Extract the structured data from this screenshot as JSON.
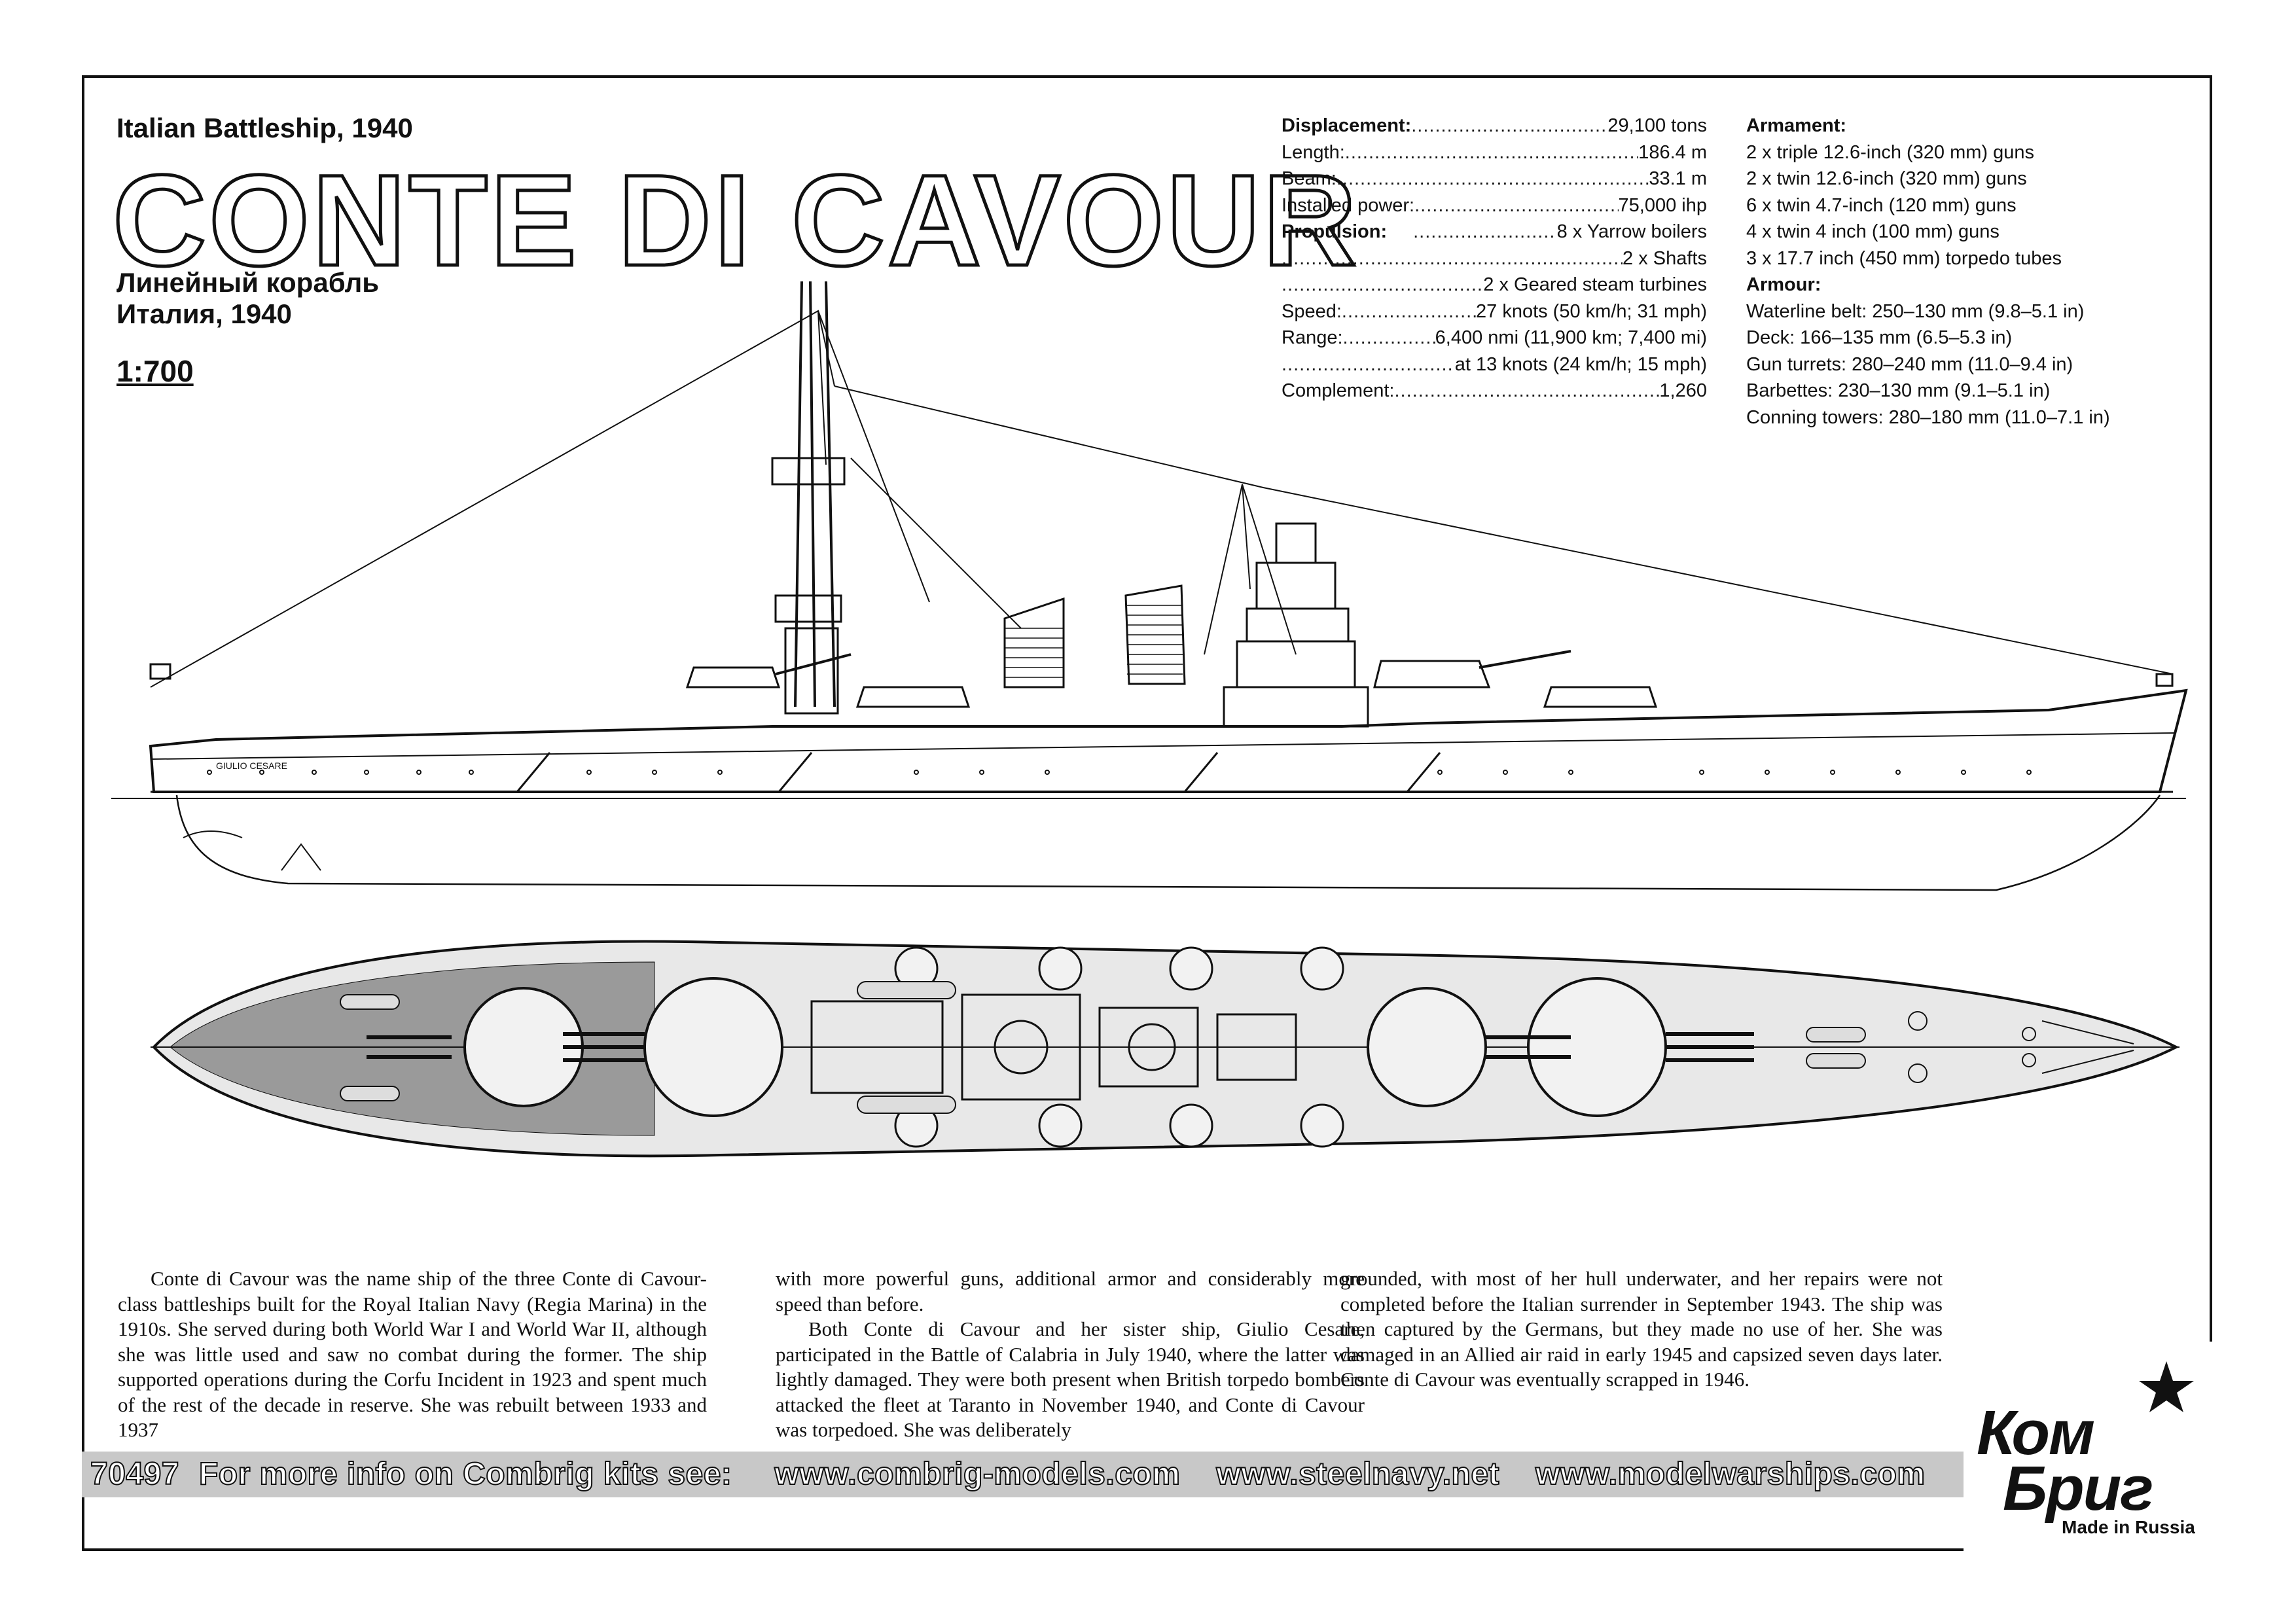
{
  "header": {
    "subtitle": "Italian Battleship, 1940",
    "title": "CONTE DI CAVOUR",
    "ru_line1": "Линейный корабль",
    "ru_line2": "Италия, 1940",
    "scale": "1:700"
  },
  "specs": [
    {
      "key": "Displacement:",
      "value": "29,100 tons",
      "bold": true
    },
    {
      "key": "Length:",
      "value": "186.4 m",
      "bold": false
    },
    {
      "key": "Beam:",
      "value": "33.1 m",
      "bold": false
    },
    {
      "key": "Installed power:",
      "value": "75,000 ihp",
      "bold": false
    },
    {
      "key": "Propulsion:",
      "value": "8 x Yarrow boilers",
      "bold": true
    },
    {
      "key": "",
      "value": "2 x Shafts",
      "bold": false
    },
    {
      "key": "",
      "value": "2 x Geared steam turbines",
      "bold": false
    },
    {
      "key": "Speed:",
      "value": "27 knots (50 km/h; 31 mph)",
      "bold": false
    },
    {
      "key": "Range:",
      "value": "6,400 nmi (11,900 km; 7,400 mi)",
      "bold": false
    },
    {
      "key": "",
      "value": "at 13 knots (24 km/h; 15 mph)",
      "bold": false
    },
    {
      "key": "Complement:",
      "value": "1,260",
      "bold": false
    }
  ],
  "armament": {
    "heading": "Armament:",
    "items": [
      "2 x triple 12.6-inch (320 mm) guns",
      "2 x twin 12.6-inch (320 mm) guns",
      "6 x twin 4.7-inch (120 mm) guns",
      "4 x twin 4 inch (100 mm) guns",
      "3 x 17.7 inch (450 mm) torpedo tubes"
    ]
  },
  "armour": {
    "heading": "Armour:",
    "items": [
      "Waterline belt: 250–130 mm (9.8–5.1 in)",
      "Deck: 166–135 mm (6.5–5.3 in)",
      "Gun turrets: 280–240 mm (11.0–9.4 in)",
      "Barbettes: 230–130 mm (9.1–5.1 in)",
      "Conning towers: 280–180 mm (11.0–7.1 in)"
    ]
  },
  "drawing": {
    "hull_name": "GIULIO CESARE"
  },
  "description": {
    "col1": "Conte di Cavour was the name ship of the three Conte di Cavour-class battleships built for the Royal Italian Navy (Regia Marina) in the 1910s. She served during both World War I and World War II, although she was little used and saw no combat during the former. The ship supported operations during the Corfu Incident in 1923 and spent much of the rest of the decade in reserve. She was rebuilt between 1933 and 1937",
    "col2a": "with more powerful guns, additional armor and considerably more speed than before.",
    "col2b": "Both Conte di Cavour and her sister ship, Giulio Cesare, participated in the Battle of Calabria in July 1940, where the latter was lightly damaged. They were both present when British torpedo bombers attacked the fleet at Taranto in November 1940, and Conte di Cavour was torpedoed. She was deliberately",
    "col3": "grounded, with most of her hull underwater, and her repairs were not completed before the Italian surrender in September 1943. The ship was then captured by the Germans, but they made no use of her. She was damaged in an Allied air raid in early 1945 and capsized seven days later. Conte di Cavour was eventually scrapped in 1946."
  },
  "footer": {
    "kit_number": "70497",
    "info": "For more info on Combrig kits see:",
    "links": [
      "www.combrig-models.com",
      "www.steelnavy.net",
      "www.modelwarships.com"
    ]
  },
  "logo": {
    "line1": "Ком",
    "line2": "Бриг",
    "made_in": "Made in Russia"
  }
}
